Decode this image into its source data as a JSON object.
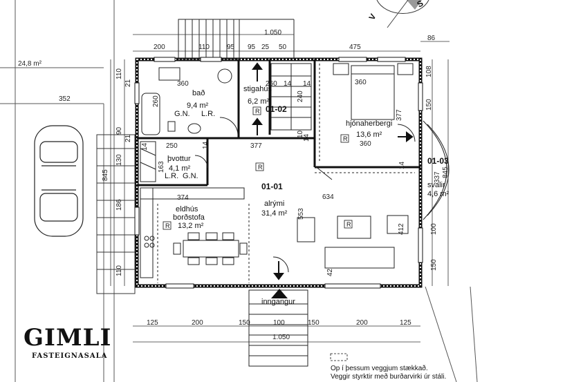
{
  "overall_dims": {
    "top_total": "1.050",
    "bottom_total": "1.050"
  },
  "top_dims": [
    "200",
    "110",
    "95",
    "95",
    "25",
    "50",
    "475",
    "86"
  ],
  "bottom_dims": [
    "125",
    "200",
    "150",
    "100",
    "150",
    "200",
    "125"
  ],
  "left_dims": [
    "21",
    "110",
    "90",
    "130",
    "186",
    "110",
    "352",
    "845"
  ],
  "right_dims": [
    "108",
    "150",
    "377",
    "845",
    "337",
    "100",
    "150"
  ],
  "interior_dims": [
    "360",
    "260",
    "21",
    "14",
    "250",
    "14",
    "163",
    "377",
    "374",
    "553",
    "634",
    "412",
    "42",
    "260",
    "240",
    "14",
    "10",
    "14",
    "360",
    "14",
    "14"
  ],
  "lot_area": "24,8 m²",
  "rooms": {
    "bath": {
      "name": "bað",
      "area": "9,4 m²",
      "code1": "G.N.",
      "code2": "L.R."
    },
    "stair": {
      "name": "stigahús",
      "area": "6,2 m²",
      "unit": "01-02"
    },
    "bedroom": {
      "name": "hjónaherbergi",
      "area": "13,6 m²",
      "width": "360"
    },
    "laundry": {
      "name": "þvottur",
      "area": "4,1 m²",
      "code1": "L.R.",
      "code2": "G.N."
    },
    "living": {
      "name": "alrými",
      "area": "31,4 m²",
      "unit": "01-01"
    },
    "kitchen": {
      "name": "eldhús",
      "name2": "borðstofa",
      "area": "13,2 m²"
    },
    "balcony": {
      "name": "svalir",
      "area": "4,6 m²",
      "unit": "01-03"
    },
    "entrance": {
      "name": "inngangur"
    }
  },
  "marker": "R",
  "logo": {
    "name": "GIMLI",
    "sub": "FASTEIGNASALA"
  },
  "note": {
    "line1": "Op í þessum veggjum stækkað.",
    "line2": "Veggir styrktir með burðarvirki úr stáli."
  },
  "compass": "S"
}
